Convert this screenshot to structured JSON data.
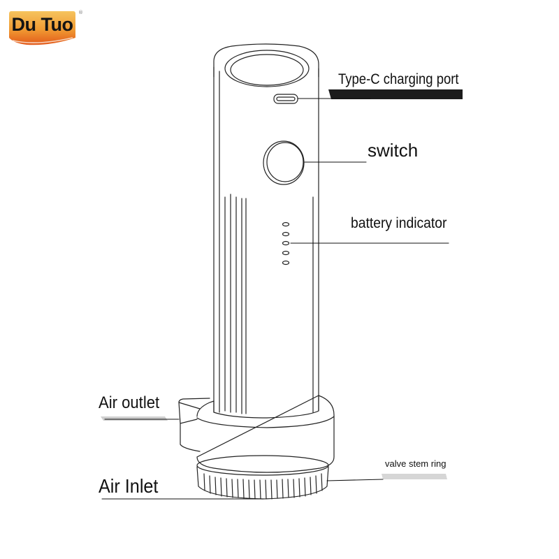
{
  "brand": {
    "logo_text": "Du Tuo",
    "registered_mark": "®",
    "colors": {
      "orange": "#e8631a",
      "gold": "#f2b04a"
    }
  },
  "labels": {
    "charging_port": "Type-C charging port",
    "switch": "switch",
    "battery_indicator": "battery indicator",
    "air_outlet": "Air outlet",
    "valve_stem_ring": "valve stem ring",
    "air_inlet": "Air Inlet"
  },
  "colors": {
    "line": "#222222",
    "shadow": "#cfcfcf"
  }
}
